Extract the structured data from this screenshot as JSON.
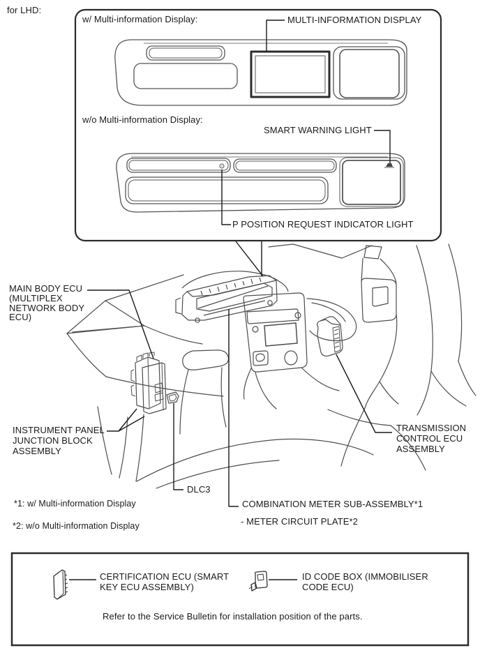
{
  "header": {
    "region_label": "for LHD:"
  },
  "cluster_panel": {
    "with_mid_heading": "w/ Multi-information Display:",
    "without_mid_heading": "w/o Multi-information Display:",
    "labels": {
      "mid": "MULTI-INFORMATION DISPLAY",
      "smart_warning": "SMART WARNING LIGHT",
      "p_position": "P POSITION REQUEST INDICATOR LIGHT"
    }
  },
  "component_labels": {
    "main_body_ecu": {
      "lines": [
        "MAIN BODY ECU",
        "(MULTIPLEX",
        "NETWORK BODY",
        "ECU)"
      ]
    },
    "instrument_panel_junction_block": {
      "lines": [
        "INSTRUMENT PANEL",
        "JUNCTION BLOCK",
        "ASSEMBLY"
      ]
    },
    "transmission_control_ecu": {
      "lines": [
        "TRANSMISSION",
        "CONTROL ECU",
        "ASSEMBLY"
      ]
    },
    "dlc3": "DLC3",
    "combination_meter": "COMBINATION METER SUB-ASSEMBLY*1",
    "meter_circuit_plate": "- METER CIRCUIT PLATE*2"
  },
  "footnotes": {
    "note1": "*1: w/ Multi-information Display",
    "note2": "*2: w/o Multi-information Display"
  },
  "legend_panel": {
    "certification_ecu": {
      "lines": [
        "CERTIFICATION ECU (SMART",
        "KEY ECU ASSEMBLY)"
      ]
    },
    "id_code_box": {
      "lines": [
        "ID CODE BOX (IMMOBILISER",
        "CODE ECU)"
      ]
    },
    "note": "Refer to the Service Bulletin for installation position of the parts."
  },
  "colors": {
    "background": "#ffffff",
    "text": "#1a1a1a",
    "box_border": "#2b2b2b",
    "artwork_line": "#4d4d4d",
    "cluster_line": "#555555"
  }
}
